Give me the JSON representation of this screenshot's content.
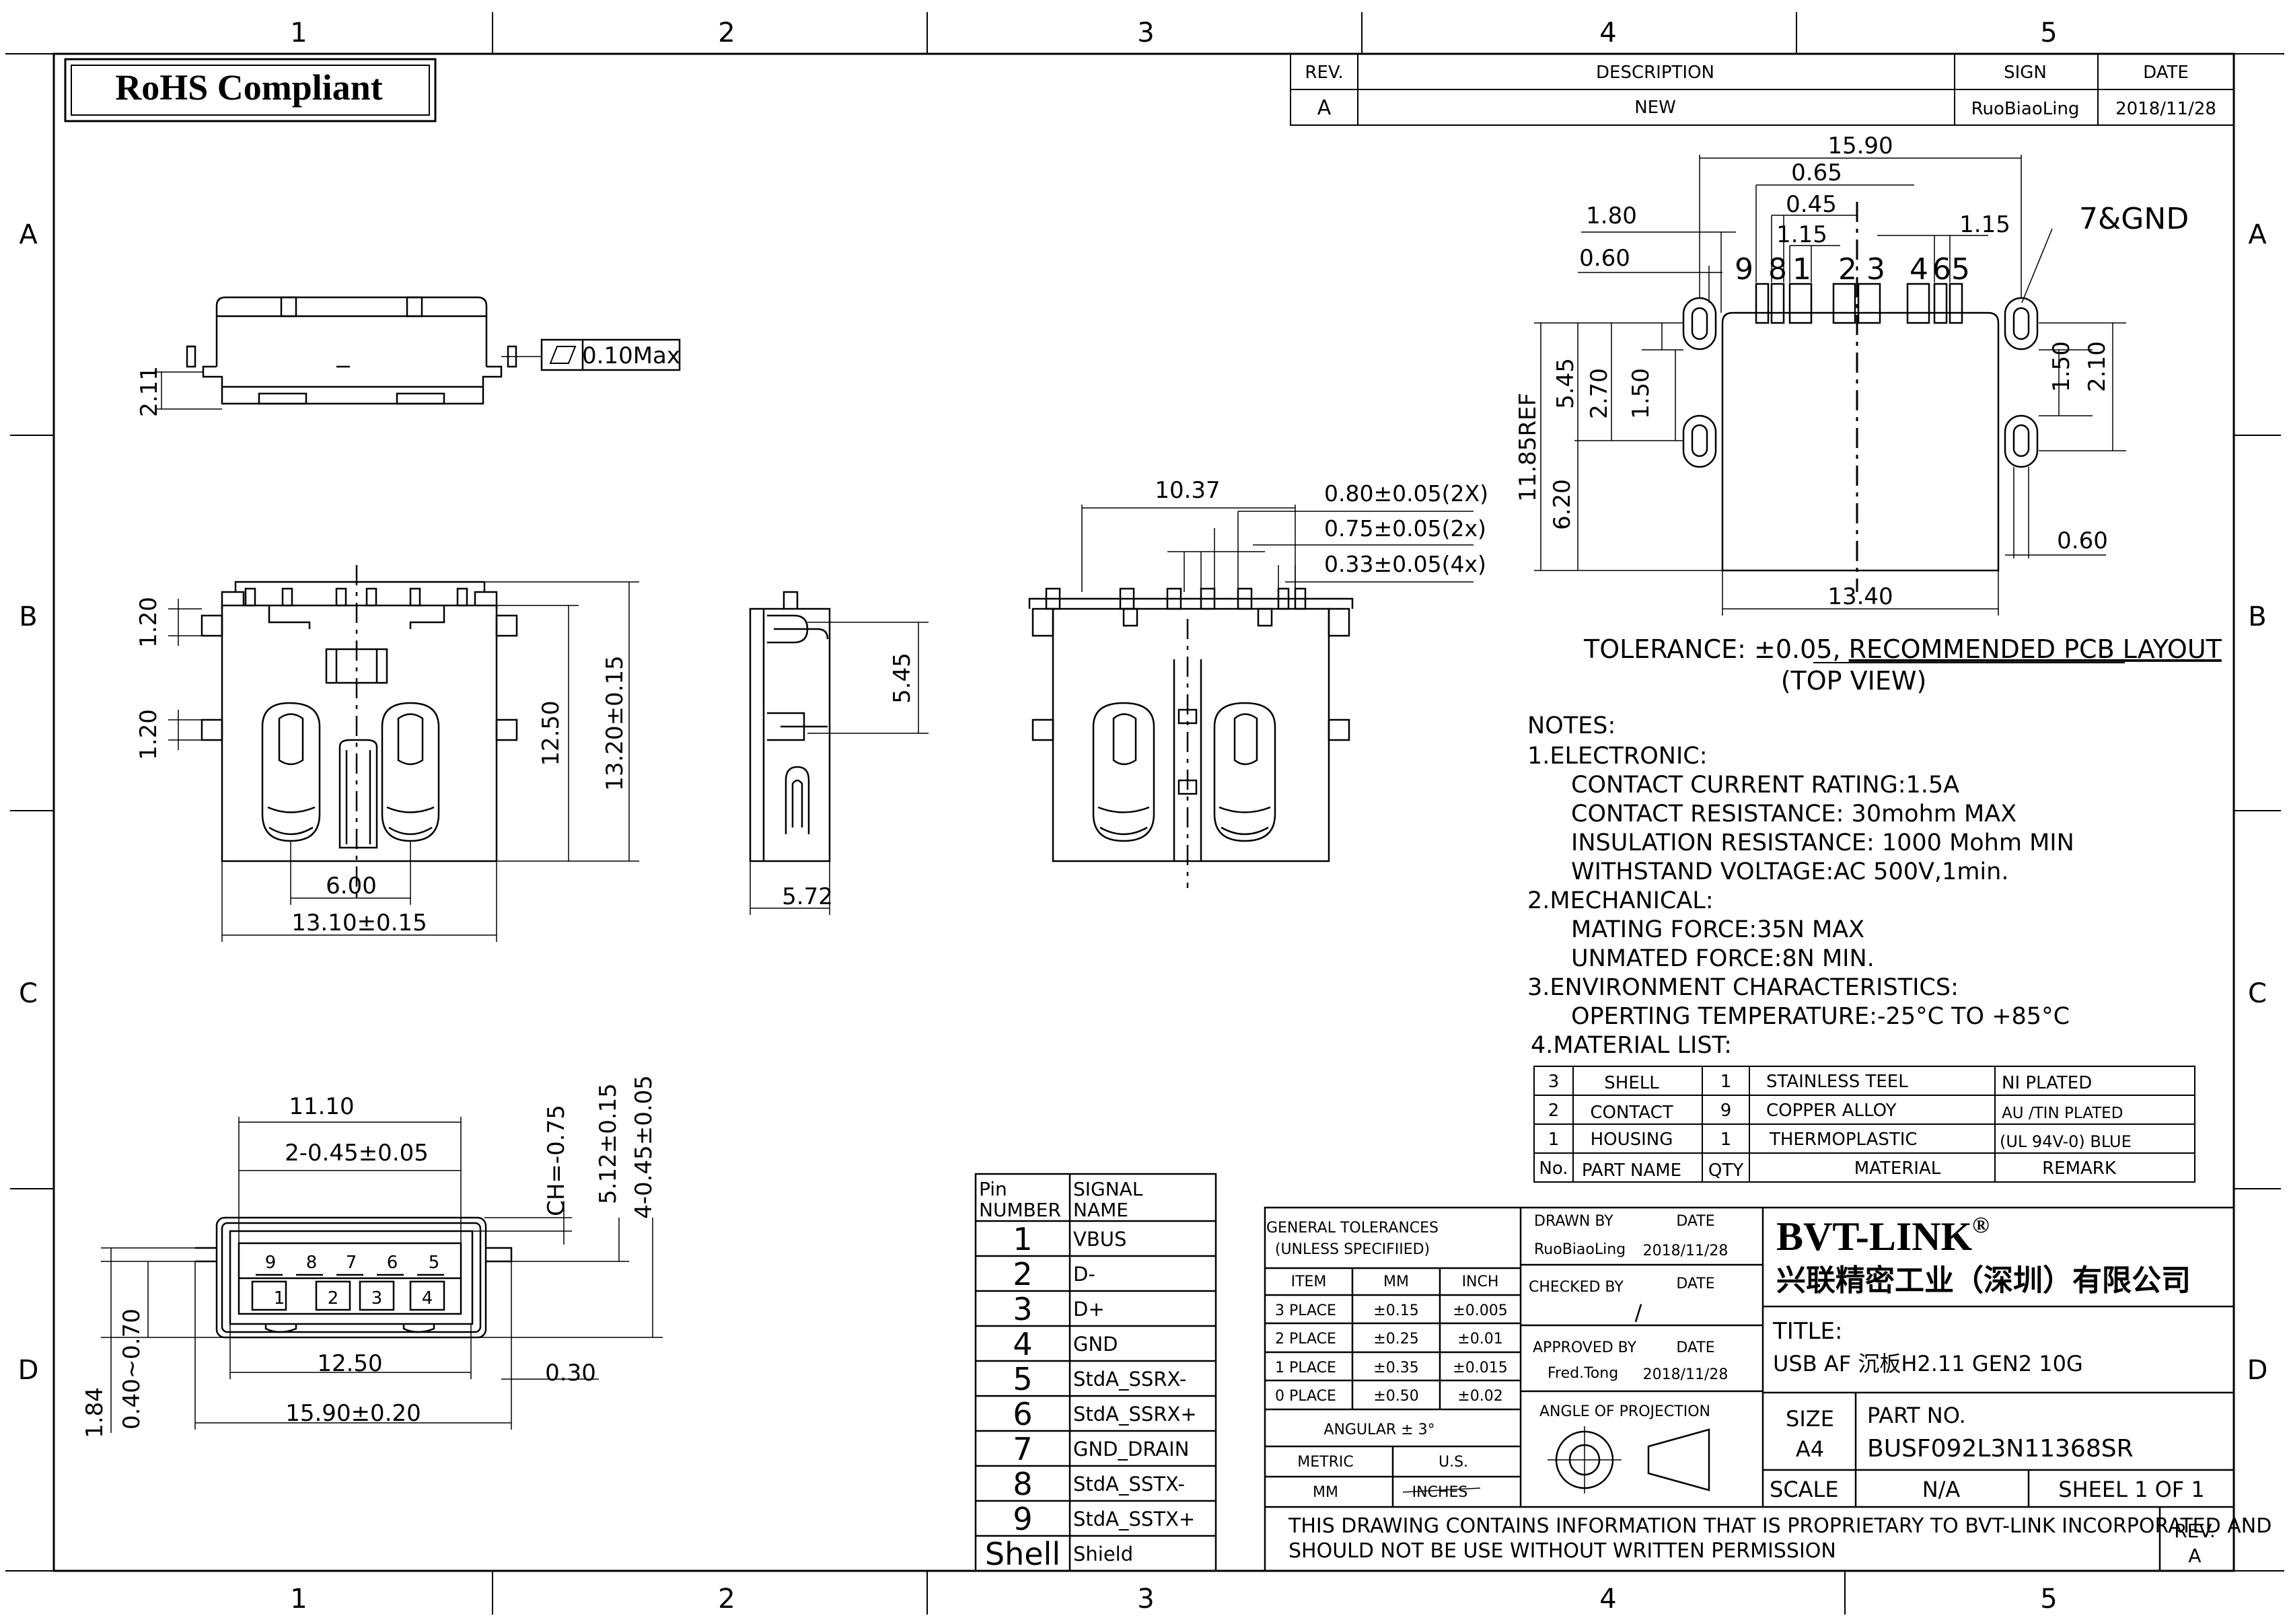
{
  "frame": {
    "col_labels": [
      "1",
      "2",
      "3",
      "4",
      "5"
    ],
    "row_labels": [
      "A",
      "B",
      "C",
      "D"
    ]
  },
  "rohs": "RoHS Compliant",
  "revision": {
    "headers": [
      "REV.",
      "DESCRIPTION",
      "SIGN",
      "DATE"
    ],
    "row": [
      "A",
      "NEW",
      "RuoBiaoLing",
      "2018/11/28"
    ]
  },
  "dims": {
    "side_height": "2.11",
    "flatness": "0.10Max",
    "front_120_top": "1.20",
    "front_120_mid": "1.20",
    "front_1250": "12.50",
    "front_1320": "13.20±0.15",
    "front_600": "6.00",
    "front_1310": "13.10±0.15",
    "profile_545": "5.45",
    "profile_572": "5.72",
    "back_1037": "10.37",
    "back_080": "0.80±0.05(2X)",
    "back_075": "0.75±0.05(2x)",
    "back_033": "0.33±0.05(4x)",
    "pcb_1590": "15.90",
    "pcb_065": "0.65",
    "pcb_045": "0.45",
    "pcb_180": "1.80",
    "pcb_115a": "1.15",
    "pcb_115b": "1.15",
    "pcb_060a": "0.60",
    "pcb_060b": "0.60",
    "pcb_7gnd": "7&GND",
    "pcb_545": "5.45",
    "pcb_270": "2.70",
    "pcb_150a": "1.50",
    "pcb_150b": "1.50",
    "pcb_210": "2.10",
    "pcb_1185": "11.85REF",
    "pcb_620": "6.20",
    "pcb_1340": "13.40",
    "bot_1110": "11.10",
    "bot_2045": "2-0.45±0.05",
    "bot_ch": "CH=-0.75",
    "bot_512": "5.12±0.15",
    "bot_4045": "4-0.45±0.05",
    "bot_1250": "12.50",
    "bot_030": "0.30",
    "bot_1590": "15.90±0.20",
    "bot_184": "1.84",
    "bot_040": "0.40~0.70"
  },
  "pcb_pins": [
    "9",
    "8",
    "1",
    "2",
    "3",
    "4",
    "6",
    "5"
  ],
  "bottom_pins_top": [
    "9",
    "8",
    "7",
    "6",
    "5"
  ],
  "bottom_pins_bot": [
    "1",
    "2",
    "3",
    "4"
  ],
  "tolerance_line": {
    "prefix": "TOLERANCE: ±0.05,",
    "underlined": "RECOMMENDED PCB LAYOUT",
    "sub": "(TOP VIEW)"
  },
  "notes": [
    "NOTES:",
    "1.ELECTRONIC:",
    "CONTACT CURRENT RATING:1.5A",
    "CONTACT RESISTANCE: 30mohm MAX",
    "INSULATION RESISTANCE: 1000 Mohm MIN",
    "WITHSTAND VOLTAGE:AC 500V,1min.",
    "2.MECHANICAL:",
    "MATING FORCE:35N MAX",
    "UNMATED FORCE:8N MIN.",
    "3.ENVIRONMENT CHARACTERISTICS:",
    "OPERTING TEMPERATURE:-25°C TO +85°C",
    "4.MATERIAL LIST:"
  ],
  "material": {
    "rows": [
      [
        "3",
        "SHELL",
        "1",
        "STAINLESS TEEL",
        "NI PLATED"
      ],
      [
        "2",
        "CONTACT",
        "9",
        "COPPER ALLOY",
        "AU /TIN PLATED"
      ],
      [
        "1",
        "HOUSING",
        "1",
        "THERMOPLASTIC",
        "(UL 94V-0) BLUE"
      ]
    ],
    "headers": [
      "No.",
      "PART NAME",
      "QTY",
      "MATERIAL",
      "REMARK"
    ]
  },
  "pin_table": {
    "header_pin": [
      "Pin",
      "NUMBER"
    ],
    "header_sig": [
      "SIGNAL",
      "NAME"
    ],
    "rows": [
      [
        "1",
        "VBUS"
      ],
      [
        "2",
        "D-"
      ],
      [
        "3",
        "D+"
      ],
      [
        "4",
        "GND"
      ],
      [
        "5",
        "StdA_SSRX-"
      ],
      [
        "6",
        "StdA_SSRX+"
      ],
      [
        "7",
        "GND_DRAIN"
      ],
      [
        "8",
        "StdA_SSTX-"
      ],
      [
        "9",
        "StdA_SSTX+"
      ],
      [
        "Shell",
        "Shield"
      ]
    ]
  },
  "title_block": {
    "general_tol": [
      "GENERAL TOLERANCES",
      "(UNLESS SPECIFIIED)"
    ],
    "tol_headers": [
      "ITEM",
      "MM",
      "INCH"
    ],
    "tol_rows": [
      [
        "3 PLACE",
        "±0.15",
        "±0.005"
      ],
      [
        "2 PLACE",
        "±0.25",
        "±0.01"
      ],
      [
        "1 PLACE",
        "±0.35",
        "±0.015"
      ],
      [
        "0 PLACE",
        "±0.50",
        "±0.02"
      ]
    ],
    "angular": "ANGULAR ± 3°",
    "metric": "METRIC",
    "us": "U.S.",
    "mm": "MM",
    "inches": "INCHES",
    "drawn_by": "DRAWN BY",
    "drawn_name": "RuoBiaoLing",
    "drawn_date": "2018/11/28",
    "date_label": "DATE",
    "checked_by": "CHECKED BY",
    "checked_name": "/",
    "approved_by": "APPROVED BY",
    "approved_name": "Fred.Tong",
    "approved_date": "2018/11/28",
    "projection": "ANGLE OF PROJECTION",
    "company": "BVT-LINK",
    "company_cn": "兴联精密工业（深圳）有限公司",
    "title_label": "TITLE:",
    "title_value": "USB AF 沉板H2.11 GEN2 10G",
    "size_label": "SIZE",
    "size_value": "A4",
    "part_label": "PART NO.",
    "part_value": "BUSF092L3N11368SR",
    "scale_label": "SCALE",
    "scale_value": "N/A",
    "sheet": "SHEEL 1 OF 1",
    "proprietary": [
      "THIS DRAWING CONTAINS INFORMATION THAT IS PROPRIETARY TO BVT-LINK INCORPORATED AND",
      "SHOULD NOT BE USE WITHOUT WRITTEN PERMISSION"
    ],
    "rev_label": "REV.",
    "rev_value": "A"
  }
}
